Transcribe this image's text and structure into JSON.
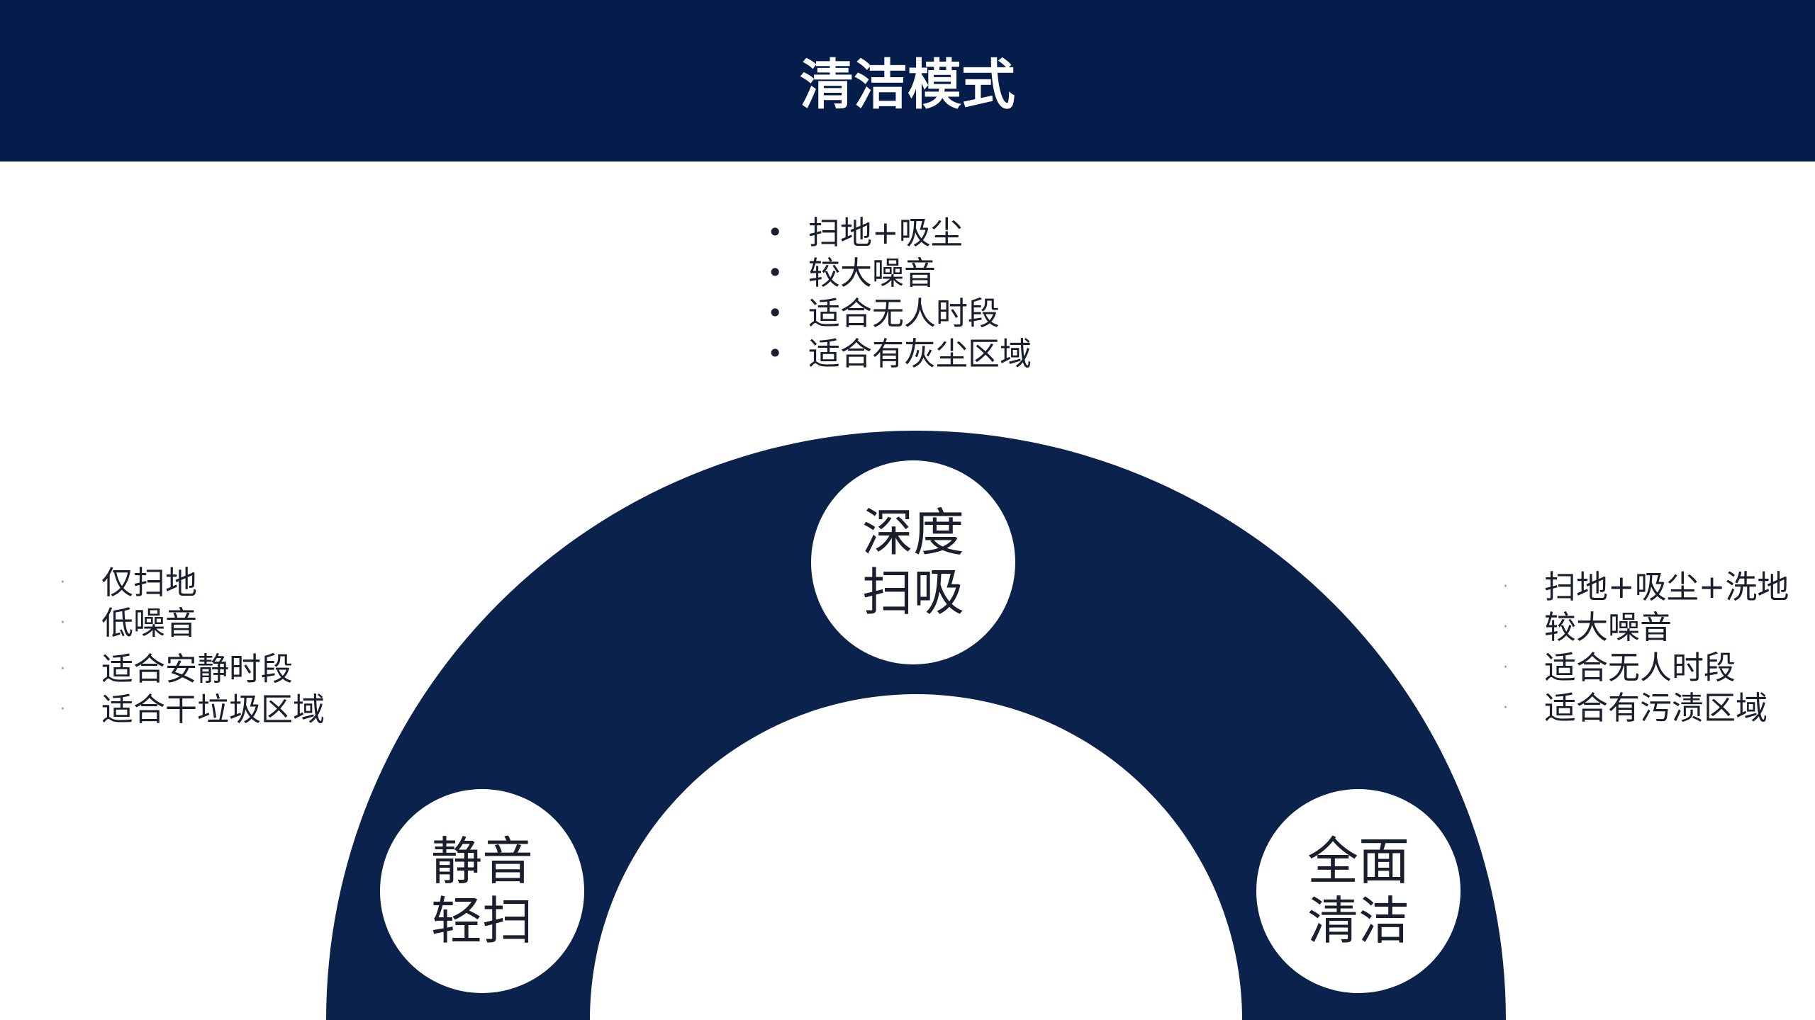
{
  "colors": {
    "navy": "#041d4a",
    "ring": "#0b224d",
    "text": "#1a1f2e",
    "white": "#ffffff"
  },
  "title": "清洁模式",
  "modes": {
    "deep": {
      "label": "深度扫吸",
      "features": [
        "扫地+吸尘",
        "较大噪音",
        "适合无人时段",
        "适合有灰尘区域"
      ]
    },
    "quiet": {
      "label": "静音轻扫",
      "features": [
        "仅扫地",
        "低噪音",
        "适合安静时段",
        "适合干垃圾区域"
      ]
    },
    "full": {
      "label": "全面清洁",
      "features": [
        "扫地+吸尘+洗地",
        "较大噪音",
        "适合无人时段",
        "适合有污渍区域"
      ]
    }
  }
}
